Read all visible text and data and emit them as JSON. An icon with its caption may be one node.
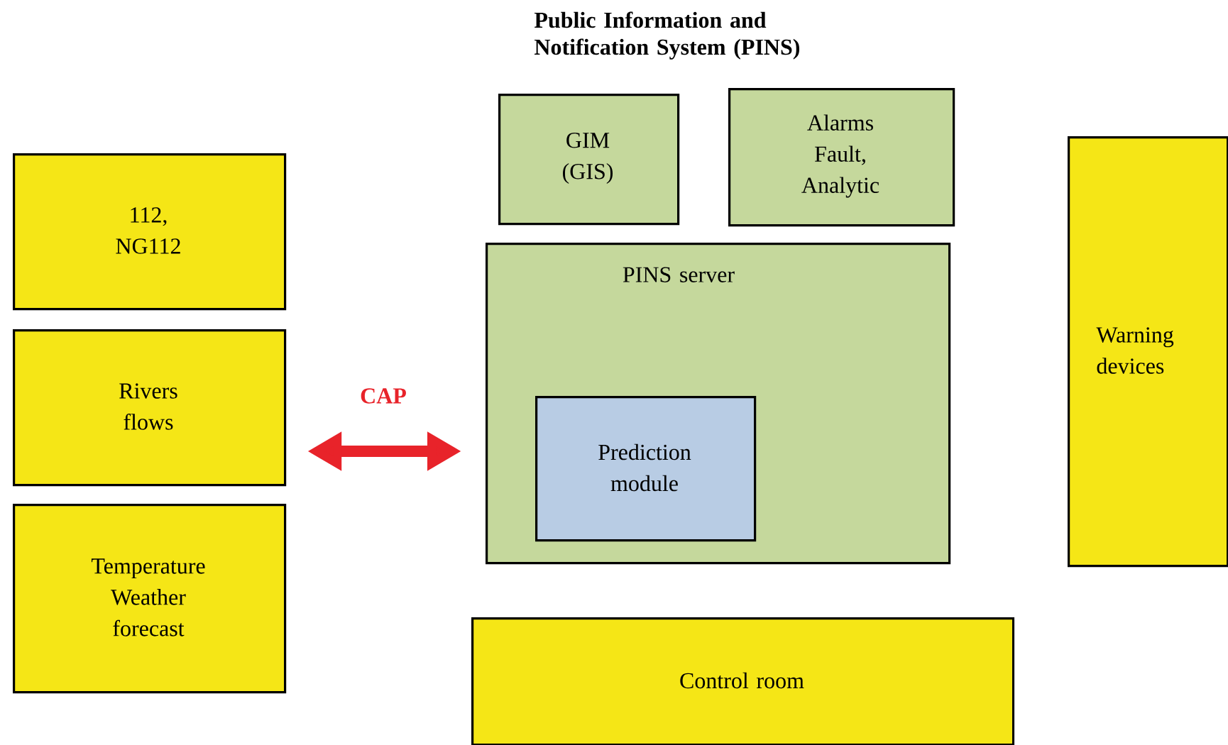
{
  "diagram": {
    "title": "Public Information and Notification System (PINS)",
    "nodes": [
      {
        "text": [
          "GIM (GIS)"
        ]
      },
      {
        "text": [
          "Alarms Fault, Analytic"
        ]
      },
      {
        "text": [
          "112, NG112"
        ]
      },
      {
        "text": [
          "Rivers flows"
        ]
      },
      {
        "text": [
          "Temperature Weather forecast"
        ]
      },
      {
        "text": [
          "PINS server"
        ]
      },
      {
        "text": [
          "Prediction module"
        ],
        "in": 5
      },
      {
        "text": [
          "Warning devices"
        ]
      },
      {
        "text": [
          "Control room"
        ]
      }
    ],
    "edges": [
      {
        "from": 3,
        "to": 5,
        "arrow": "both",
        "label": "CAP",
        "color": "#e8232a"
      }
    ]
  }
}
